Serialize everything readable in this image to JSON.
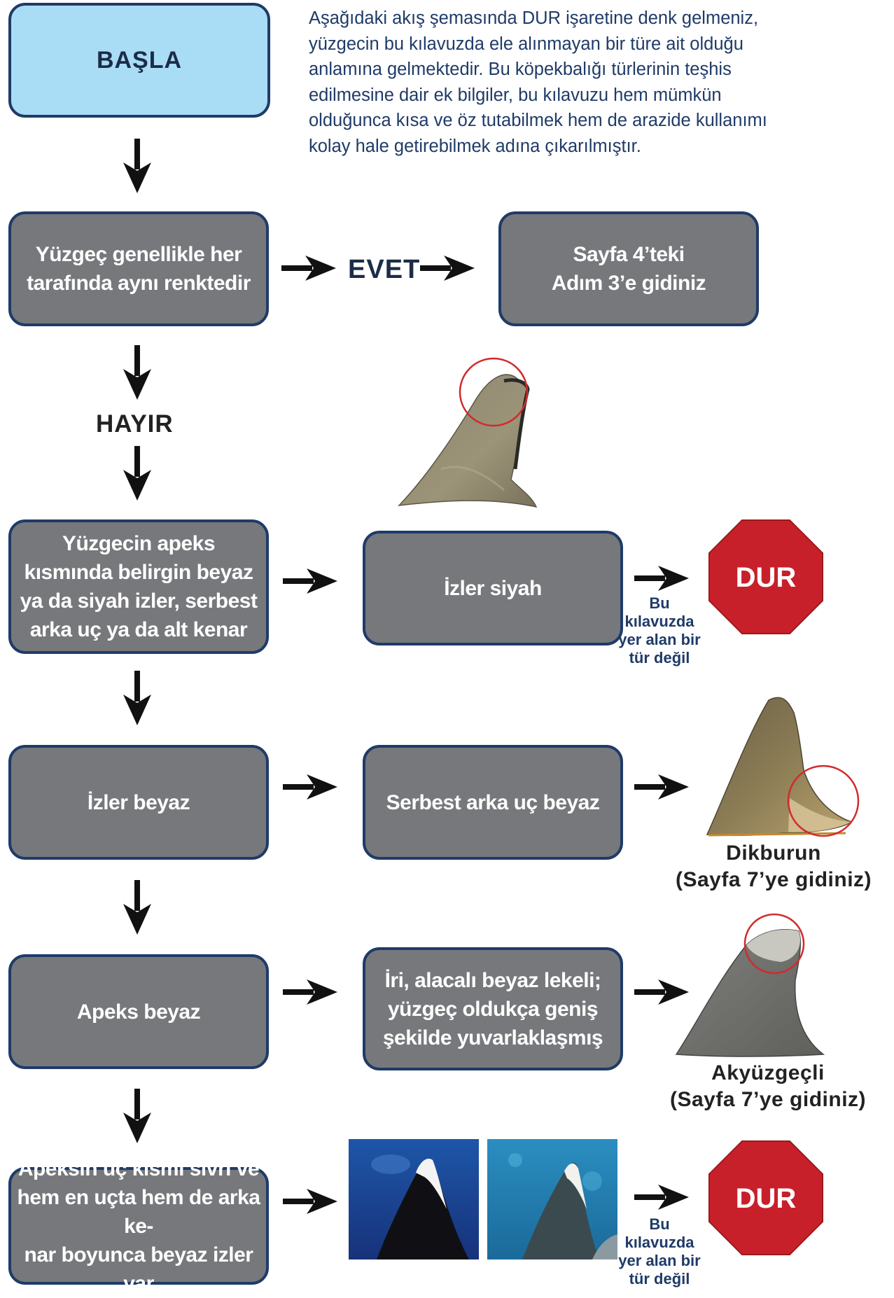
{
  "intro_text": "Aşağıdaki akış şemasında DUR işaretine denk gelmeniz,\nyüzgecin bu kılavuzda ele alınmayan bir türe ait olduğu\nanlamına gelmektedir. Bu köpekbalığı türlerinin teşhis\nedilmesine dair ek bilgiler, bu kılavuzu hem mümkün\nolduğunca kısa ve öz tutabilmek hem de arazide kullanımı\nkolay hale getirebilmek adına çıkarılmıştır.",
  "nodes": {
    "start": "BAŞLA",
    "q1": "Yüzgeç genellikle her\ntarafında aynı renktedir",
    "goto_step3": "Sayfa 4’teki\nAdım 3’e gidiniz",
    "q2": "Yüzgecin apeks\nkısmında belirgin beyaz\nya da siyah izler, serbest\narka uç ya da alt kenar",
    "marks_black": "İzler siyah",
    "marks_white": "İzler beyaz",
    "free_tip_white": "Serbest arka uç beyaz",
    "apex_white": "Apeks beyaz",
    "mottled": "İri, alacalı beyaz lekeli;\nyüzgeç oldukça geniş\nşekilde yuvarlaklaşmış",
    "pointed_apex": "Apeksin uç kısmı sivri ve\nhem en uçta hem de arka ke-\nnar boyunca beyaz izler var"
  },
  "labels": {
    "yes": "EVET",
    "no": "HAYIR"
  },
  "stop": {
    "text": "DUR",
    "note": "Bu\nkılavuzda\nyer alan bir\ntür değil"
  },
  "captions": {
    "dikburun": "Dikburun\n(Sayfa 7’ye gidiniz)",
    "akyuzgecli": "Akyüzgeçli\n(Sayfa 7’ye gidiniz)"
  },
  "colors": {
    "box_fill": "#77787b",
    "box_border": "#1f3b68",
    "start_fill": "#a9ddf5",
    "stop_fill": "#c8202b",
    "text_blue": "#1f3b68",
    "circle_red": "#d12b2b"
  }
}
